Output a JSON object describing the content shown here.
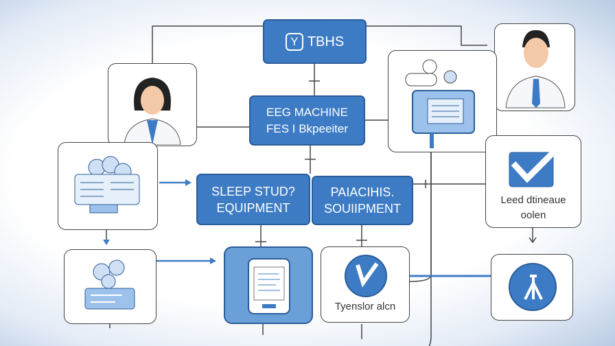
{
  "nodes": {
    "top": {
      "icon_letter": "Y",
      "label": "TBHS"
    },
    "eeg": {
      "line1": "EEG MACHINE",
      "line2": "FES I Bkpeeiter"
    },
    "sleep": {
      "line1": "SLEEP STUD?",
      "line2": "EQUIPMENT"
    },
    "para": {
      "line1": "PAIACIHIS.",
      "line2": "SOUIIPMENT"
    },
    "check_right": {
      "line1": "Leed dtineaue",
      "line2": "oolen"
    },
    "check_bottom": {
      "label": "Tyenslor alcn"
    }
  },
  "colors": {
    "accent": "#3d7cc4",
    "line": "#444444"
  }
}
